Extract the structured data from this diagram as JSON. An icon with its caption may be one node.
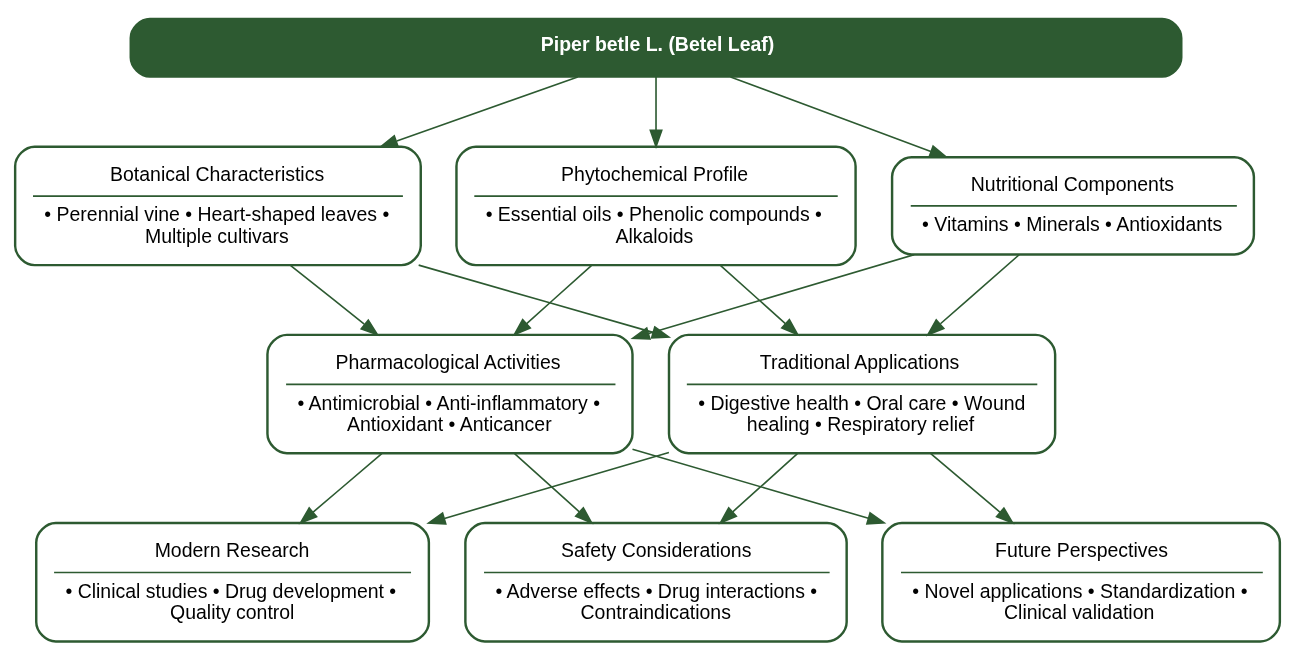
{
  "diagram": {
    "nodes": [
      {
        "text": [
          "Piper betle L. (Betel Leaf)"
        ]
      },
      {
        "text": [
          "Botanical Characteristics",
          "• Perennial vine • Heart-shaped leaves • Multiple cultivars"
        ]
      },
      {
        "text": [
          "Phytochemical Profile",
          "• Essential oils • Phenolic compounds • Alkaloids"
        ]
      },
      {
        "text": [
          "Nutritional Components",
          "• Vitamins • Minerals • Antioxidants"
        ]
      },
      {
        "text": [
          "Pharmacological Activities",
          "• Antimicrobial • Anti-inflammatory • Antioxidant • Anticancer"
        ]
      },
      {
        "text": [
          "Traditional Applications",
          "• Digestive health • Oral care • Wound healing • Respiratory relief"
        ]
      },
      {
        "text": [
          "Modern Research",
          "• Clinical studies • Drug development • Quality control"
        ]
      },
      {
        "text": [
          "Safety Considerations",
          "• Adverse effects • Drug interactions • Contraindications"
        ]
      },
      {
        "text": [
          "Future Perspectives",
          "• Novel applications • Standardization • Clinical validation"
        ]
      }
    ],
    "edges": [
      {
        "from": 0,
        "to": 1,
        "arrow": "to"
      },
      {
        "from": 0,
        "to": 2,
        "arrow": "to"
      },
      {
        "from": 0,
        "to": 3,
        "arrow": "to"
      },
      {
        "from": 1,
        "to": 4,
        "arrow": "to"
      },
      {
        "from": 1,
        "to": 5,
        "arrow": "to"
      },
      {
        "from": 2,
        "to": 4,
        "arrow": "to"
      },
      {
        "from": 2,
        "to": 5,
        "arrow": "to"
      },
      {
        "from": 3,
        "to": 4,
        "arrow": "to"
      },
      {
        "from": 3,
        "to": 5,
        "arrow": "to"
      },
      {
        "from": 4,
        "to": 6,
        "arrow": "to"
      },
      {
        "from": 4,
        "to": 7,
        "arrow": "to"
      },
      {
        "from": 4,
        "to": 8,
        "arrow": "to"
      },
      {
        "from": 5,
        "to": 6,
        "arrow": "to"
      },
      {
        "from": 5,
        "to": 7,
        "arrow": "to"
      },
      {
        "from": 5,
        "to": 8,
        "arrow": "to"
      }
    ]
  }
}
